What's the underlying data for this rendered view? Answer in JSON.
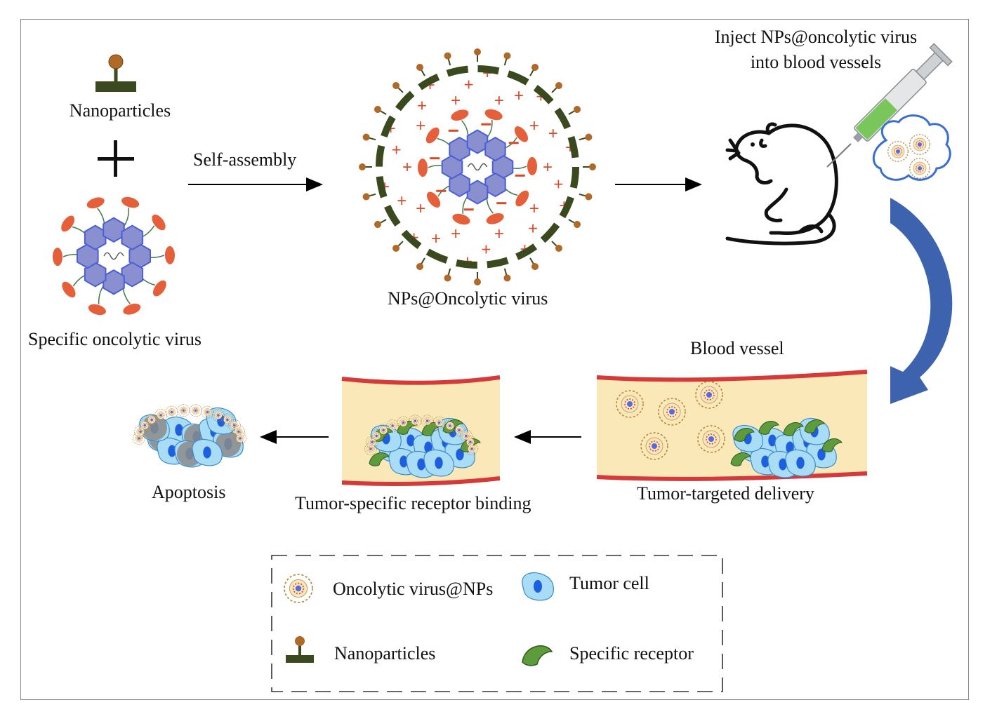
{
  "labels": {
    "nanoparticles": "Nanoparticles",
    "specific_virus": "Specific oncolytic virus",
    "self_assembly": "Self-assembly",
    "nps_virus": "NPs@Oncolytic virus",
    "inject_line1": "Inject NPs@oncolytic virus",
    "inject_line2": "into blood vessels",
    "blood_vessel": "Blood vessel",
    "tumor_targeted": "Tumor-targeted delivery",
    "receptor_binding": "Tumor-specific receptor binding",
    "apoptosis": "Apoptosis"
  },
  "legend": {
    "virus_nps": "Oncolytic virus@NPs",
    "tumor_cell": "Tumor cell",
    "nanoparticles": "Nanoparticles",
    "receptor": "Specific receptor"
  },
  "colors": {
    "capsid": "#4a5fd6",
    "capsid_fill": "#8a8fcf",
    "spike": "#e5603a",
    "nanoparticle_base": "#3b4a1e",
    "nanoparticle_head": "#b06a28",
    "charge": "#d84a2a",
    "vessel_wall": "#d43a3a",
    "vessel_fill": "#fbe8b8",
    "tumor_cell": "#a9dcf5",
    "nucleus": "#1e5fe0",
    "receptor": "#5e9b3c",
    "arrow_blue": "#3e63ae"
  }
}
